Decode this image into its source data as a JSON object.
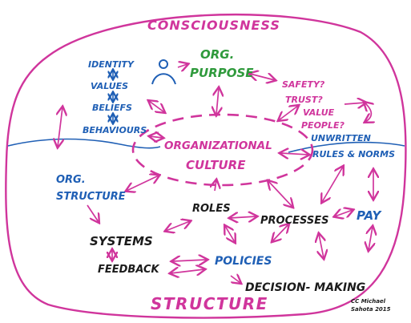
{
  "colors": {
    "magenta": "#d0359c",
    "green": "#2f9a3c",
    "blue": "#1f5fb5",
    "black": "#1b1b1b",
    "background": "#ffffff"
  },
  "labels": {
    "consciousness": "CONSCIOUSNESS",
    "structure": "STRUCTURE",
    "identity": "IDENTITY",
    "values": "VALUES",
    "beliefs": "BELIEFS",
    "behaviours": "BEHAVIOURS",
    "org_purpose_1": "ORG.",
    "org_purpose_2": "PURPOSE",
    "safety": "SAFETY?",
    "trust": "TRUST?",
    "value_people_1": "VALUE",
    "value_people_2": "PEOPLE?",
    "org_culture_1": "ORGANIZATIONAL",
    "org_culture_2": "CULTURE",
    "unwritten_1": "UNWRITTEN",
    "unwritten_2": "RULES & NORMS",
    "org_structure_1": "ORG.",
    "org_structure_2": "STRUCTURE",
    "roles": "ROLES",
    "processes": "PROCESSES",
    "pay": "PAY",
    "systems": "SYSTEMS",
    "policies": "POLICIES",
    "feedback": "FEEDBACK",
    "decision_making": "DECISION- MAKING",
    "signature_1": "CC Michael",
    "signature_2": "Sahota 2015"
  },
  "icons": [
    "person-icon"
  ]
}
